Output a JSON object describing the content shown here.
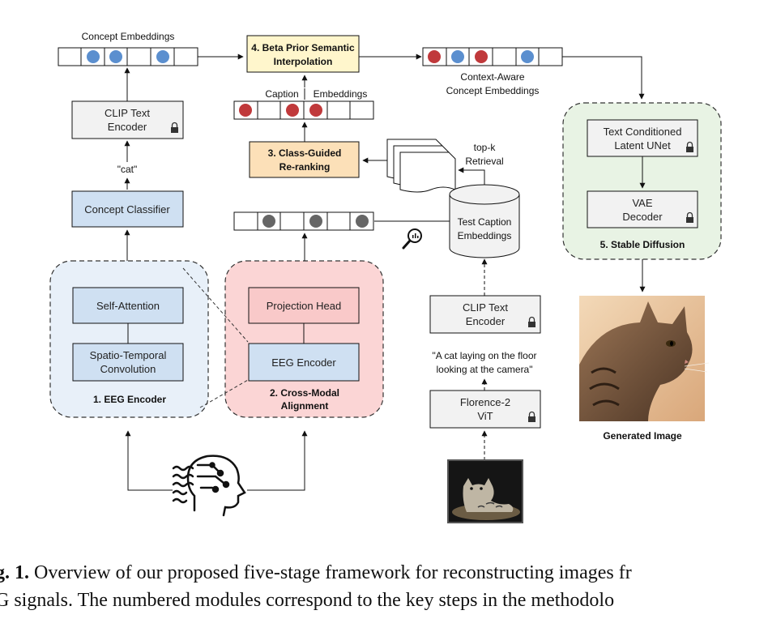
{
  "concept_embeddings_label": "Concept Embeddings",
  "clip_text_encoder_left": [
    "CLIP Text",
    "Encoder"
  ],
  "cat_label": "\"cat\"",
  "concept_classifier": "Concept Classifier",
  "eeg_encoder_module": {
    "self_attention": "Self-Attention",
    "spatio_temporal": [
      "Spatio-Temporal",
      "Convolution"
    ],
    "title": "1. EEG Encoder"
  },
  "cross_modal_module": {
    "projection_head": "Projection Head",
    "eeg_encoder": "EEG Encoder",
    "title": [
      "2. Cross-Modal",
      "Alignment"
    ]
  },
  "beta_prior": [
    "4. Beta Prior Semantic",
    "Interpolation"
  ],
  "caption_label": "Caption",
  "embeddings_label": "Embeddings",
  "class_guided": [
    "3. Class-Guided",
    "Re-ranking"
  ],
  "top_k": [
    "top-k",
    "Retrieval"
  ],
  "test_caption": [
    "Test Caption",
    "Embeddings"
  ],
  "context_aware": [
    "Context-Aware",
    "Concept Embeddings"
  ],
  "stable_diffusion": {
    "unet": [
      "Text Conditioned",
      "Latent UNet"
    ],
    "vae": [
      "VAE",
      "Decoder"
    ],
    "title": "5. Stable Diffusion"
  },
  "clip_text_encoder_right": [
    "CLIP Text",
    "Encoder"
  ],
  "generated_caption": [
    "\"A cat laying on the floor",
    "looking at the camera\""
  ],
  "florence": [
    "Florence-2",
    "ViT"
  ],
  "generated_image_label": "Generated Image",
  "figure_caption": {
    "label": "g. 1.",
    "line1": "Overview of our proposed five-stage framework for reconstructing images fr",
    "line2": "G signals. The numbered modules correspond to the key steps in the methodolo"
  },
  "colors": {
    "blue_fill": "#cfe0f2",
    "blue_module": "#e8f0f9",
    "pink_fill": "#f9c9c9",
    "pink_module": "#fbd5d5",
    "orange_fill": "#fce0b8",
    "yellow_fill": "#fff6cc",
    "green_module": "#e8f3e4",
    "grey_box": "#f2f2f2",
    "dot_blue": "#5b8fcf",
    "dot_red": "#c0393b",
    "dot_grey": "#666666"
  }
}
